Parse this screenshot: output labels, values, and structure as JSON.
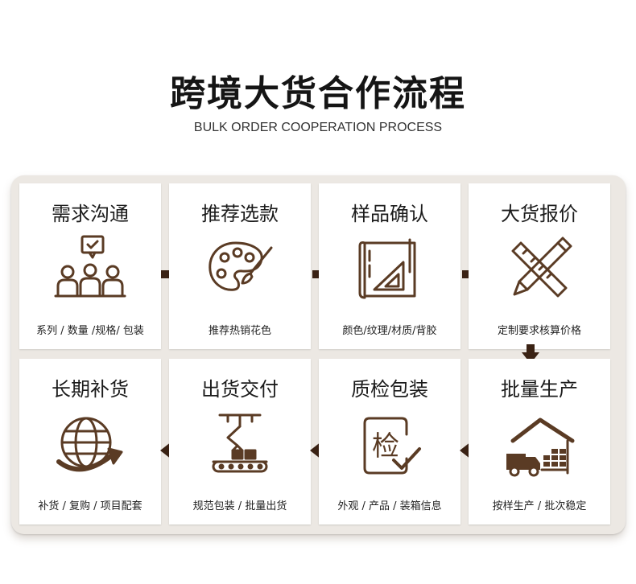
{
  "title": "跨境大货合作流程",
  "subtitle": "BULK ORDER COOPERATION PROCESS",
  "colors": {
    "icon": "#5a3b24",
    "arrow": "#3a2214",
    "board": "#ece8e3"
  },
  "steps": [
    {
      "title": "需求沟通",
      "desc": "系列 / 数量 /规格/ 包装",
      "icon": "team-chat-icon"
    },
    {
      "title": "推荐选款",
      "desc": "推荐热销花色",
      "icon": "palette-icon"
    },
    {
      "title": "样品确认",
      "desc": "颜色/纹理/材质/背胶",
      "icon": "blueprint-icon"
    },
    {
      "title": "大货报价",
      "desc": "定制要求核算价格",
      "icon": "pencil-ruler-icon"
    },
    {
      "title": "批量生产",
      "desc": "按样生产 / 批次稳定",
      "icon": "warehouse-truck-icon"
    },
    {
      "title": "质检包装",
      "desc": "外观 / 产品 / 装箱信息",
      "icon": "inspection-icon",
      "stamp": "检"
    },
    {
      "title": "出货交付",
      "desc": "规范包装 / 批量出货",
      "icon": "robot-conveyor-icon"
    },
    {
      "title": "长期补货",
      "desc": "补货 / 复购 / 项目配套",
      "icon": "globe-arrow-icon"
    }
  ]
}
